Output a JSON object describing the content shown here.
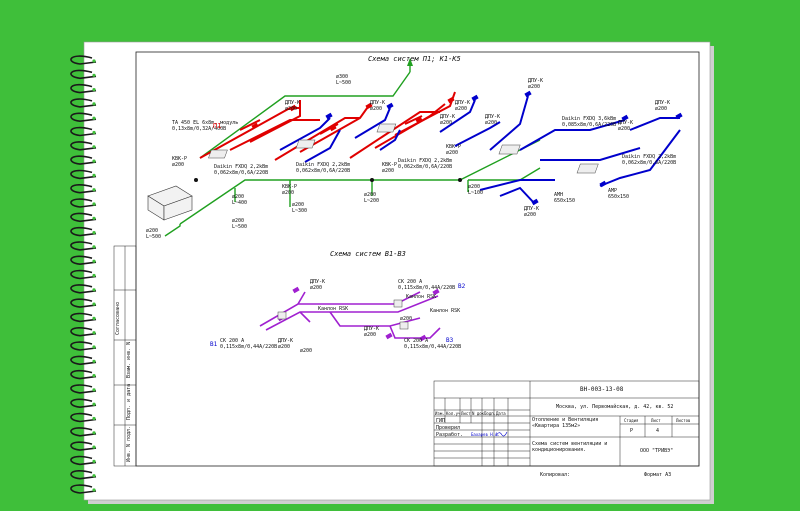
{
  "colors": {
    "background": "#3fbf3a",
    "supply": "#e00000",
    "exhaust": "#0000cc",
    "duct_green": "#20a020",
    "b_system": "#a020d0",
    "paper": "#ffffff",
    "frame": "#222222"
  },
  "diagram_p": {
    "title": "Схема систем П1; К1-К5",
    "system_tag": "П1",
    "labels": {
      "ta450": "TA 450 EL 6x8m, модуль",
      "ta450_spec": "0,13x8m/0,32A/400В",
      "kvk_r_1": "КВК-Р",
      "d200_kvk1": "ø200",
      "d200_mid": "ø200",
      "l400": "L~400",
      "d200_left": "ø200",
      "l500_left": "L~500",
      "d300_top": "ø300",
      "l500_top": "L~500",
      "dpu_k_1": "ДПУ-К",
      "d200_1": "ø200",
      "dpu_k_2": "ДПУ-К",
      "d200_2": "ø200",
      "dpu_k_3": "ДПУ-К",
      "d200_3": "ø200",
      "dpu_k_4": "ДПУ-К",
      "d200_4": "ø200",
      "dpu_k_5": "ДПУ-К",
      "d200_5": "ø200",
      "dpu_k_6": "ДПУ-К",
      "d200_6": "ø200",
      "dpu_k_7": "ДПУ-К",
      "d200_7": "ø200",
      "dpu_k_8": "ДПУ-К",
      "d200_8": "ø200",
      "daikin1": "Daikin FXDQ 2,2kBm",
      "daikin1_spec": "0,062x8m/0,6A/220В",
      "daikin2": "Daikin FXDQ 2,2kBm",
      "daikin2_spec": "0,062x8m/0,6A/220В",
      "daikin3": "Daikin FXDQ 2,2kBm",
      "daikin3_spec": "0,062x8m/0,6A/220В",
      "daikin4": "Daikin FXDQ 3,6kBm",
      "daikin4_spec": "0,085x8m/0,6A/220В",
      "daikin5": "Daikin FXDQ 2,2kBm",
      "daikin5_spec": "0,062x8m/0,6A/220В",
      "kvk_r_2": "КВК-Р",
      "d200_kvk2": "ø200",
      "kvk_r_3": "КВК-Р",
      "d200_kvk3": "ø200",
      "kvk_r_4": "КВК-Р",
      "d200_kvk4": "ø200",
      "d200_l300": "ø200",
      "l300": "L~300",
      "d200_l200": "ø200",
      "l200": "L~200",
      "d200_l100": "ø200",
      "l100": "L~100",
      "amn_1": "АМН",
      "amn_1_size": "650x150",
      "amp_1": "АМР",
      "amp_1_size": "650x150",
      "dpu_k_9": "ДПУ-К",
      "d200_9": "ø200",
      "d200_bottom": "ø200",
      "l500_bottom": "L~500"
    }
  },
  "diagram_b": {
    "title": "Схема систем В1-В3",
    "tag_b1": "В1",
    "tag_b2": "В2",
    "tag_b3": "В3",
    "labels": {
      "dpu_k_b1": "ДПУ-К",
      "d200_b1": "ø200",
      "ck200_a": "СК 200 А",
      "ck200_a_spec": "0,115x8m/0,44A/220В",
      "kanlon_1": "Канлон RSK",
      "kanlon_2": "Канлон RSK",
      "kanlon_3": "Канлон RSK",
      "ck200_left": "СК 200 А",
      "ck200_left_spec": "0,115x8m/0,44A/220В",
      "dpu_k_b2": "ДПУ-К",
      "d200_b2": "ø200",
      "dpu_k_b3": "ДПУ-К",
      "d200_b3": "ø200",
      "ck200_right": "СК 200 А",
      "ck200_right_spec": "0,115x8m/0,44A/220В",
      "d200_b4": "ø200",
      "d200_b5": "ø200"
    }
  },
  "stamp": {
    "doc_code": "ВН-003-13-08",
    "address": "Москва, ул. Первомайская, д. 42, кв. 52",
    "col_izm": "Изм.",
    "col_kol": "Кол.уч",
    "col_list": "Лист",
    "col_ndok": "N док.",
    "col_podp": "Подп.",
    "col_data": "Дата",
    "gip": "ГИП",
    "prover": "Проверил",
    "razrab": "Разработ.",
    "razrab_name": "Бахарев Н.А.",
    "object_name": "Отопление и Вентиляция «Квартира 135м2»",
    "stage_hdr": "Стадия",
    "list_hdr": "Лист",
    "lists_hdr": "Листов",
    "stage_val": "Р",
    "list_val": "4",
    "sheet_name": "Схема систем вентиляции и кондиционирования.",
    "company": "ООО \"ТРИВЭ\"",
    "copied": "Копировал:",
    "format": "Формат А3",
    "side_agreed": "Согласовано",
    "side_inv": "Инв. N подл.",
    "side_sign": "Подп. и дата",
    "side_inv2": "Взам. инв. N"
  }
}
